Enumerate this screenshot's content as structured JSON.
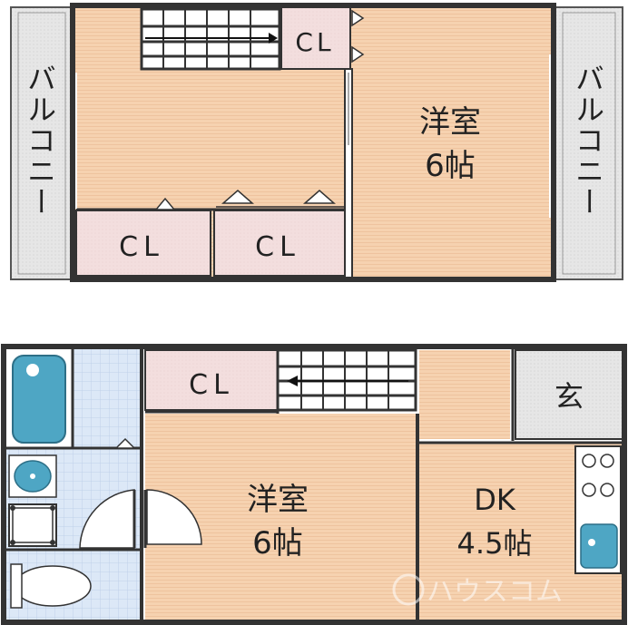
{
  "upper_floor": {
    "balcony_left": "バルコニー",
    "balcony_right": "バルコニー",
    "closet_top": "CL",
    "closet_bottom_left": "CL",
    "closet_bottom_mid": "CL",
    "room_right_type": "洋室",
    "room_right_size": "6帖"
  },
  "lower_floor": {
    "closet": "CL",
    "room_center_type": "洋室",
    "room_center_size": "6帖",
    "dk_type": "DK",
    "dk_size": "4.5帖",
    "entrance": "玄"
  },
  "watermark": "ハウスコム",
  "colors": {
    "wall": "#3a3a3a",
    "wood_floor": "#f6d2b0",
    "closet_pink": "#f3dede",
    "balcony_gray": "#e4e4e4",
    "bath_blue": "#dce8f7",
    "fixture_blue": "#4ea6c4"
  }
}
